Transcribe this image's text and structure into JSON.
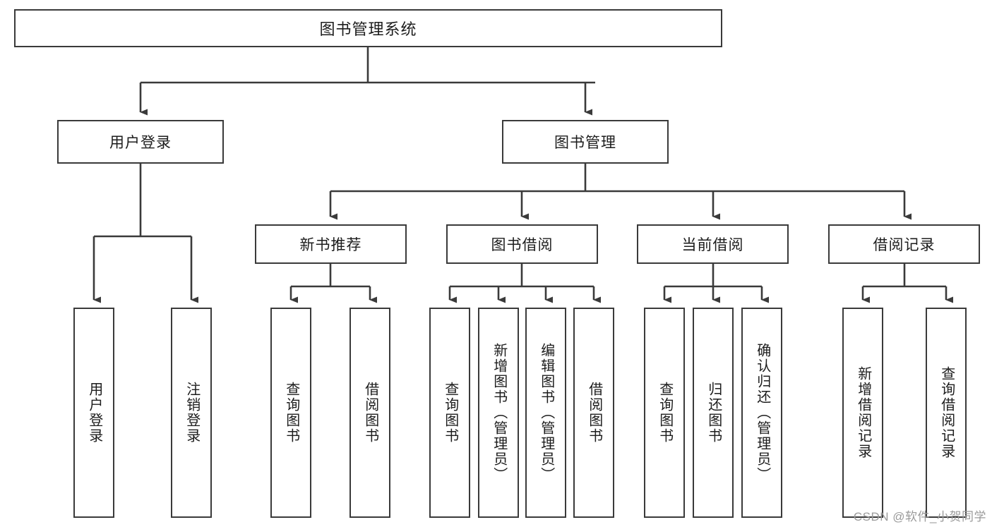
{
  "diagram": {
    "type": "tree",
    "title": "图书管理系统",
    "watermark": "CSDN @软件_小贺同学",
    "colors": {
      "box_border": "#3a3a3a",
      "box_fill": "#ffffff",
      "line": "#3a3a3a",
      "text": "#1c1c1c",
      "watermark": "#9a9a9a",
      "background": "#ffffff"
    },
    "root": {
      "label": "图书管理系统",
      "children": [
        {
          "label": "用户登录",
          "children": [
            {
              "label": "用户登录"
            },
            {
              "label": "注销登录"
            }
          ]
        },
        {
          "label": "图书管理",
          "children": [
            {
              "label": "新书推荐",
              "children": [
                {
                  "label": "查询图书"
                },
                {
                  "label": "借阅图书"
                }
              ]
            },
            {
              "label": "图书借阅",
              "children": [
                {
                  "label": "查询图书"
                },
                {
                  "label": "新增图书（管理员）"
                },
                {
                  "label": "编辑图书（管理员）"
                },
                {
                  "label": "借阅图书"
                }
              ]
            },
            {
              "label": "当前借阅",
              "children": [
                {
                  "label": "查询图书"
                },
                {
                  "label": "归还图书"
                },
                {
                  "label": "确认归还（管理员）"
                }
              ]
            },
            {
              "label": "借阅记录",
              "children": [
                {
                  "label": "新增借阅记录"
                },
                {
                  "label": "查询借阅记录"
                }
              ]
            }
          ]
        }
      ]
    },
    "nodes": {
      "root": "图书管理系统",
      "l1_user_login": "用户登录",
      "l1_book_mgmt": "图书管理",
      "l2_new_book": "新书推荐",
      "l2_borrow": "图书借阅",
      "l2_current": "当前借阅",
      "l2_record": "借阅记录",
      "leaf_login": "用户登录",
      "leaf_logout": "注销登录",
      "leaf_nb_query": "查询图书",
      "leaf_nb_borrow": "借阅图书",
      "leaf_bb_query": "查询图书",
      "leaf_bb_add": "新增图书（管理员）",
      "leaf_bb_edit": "编辑图书（管理员）",
      "leaf_bb_borrow": "借阅图书",
      "leaf_cb_query": "查询图书",
      "leaf_cb_return": "归还图书",
      "leaf_cb_confirm": "确认归还（管理员）",
      "leaf_rec_add": "新增借阅记录",
      "leaf_rec_query": "查询借阅记录"
    }
  }
}
